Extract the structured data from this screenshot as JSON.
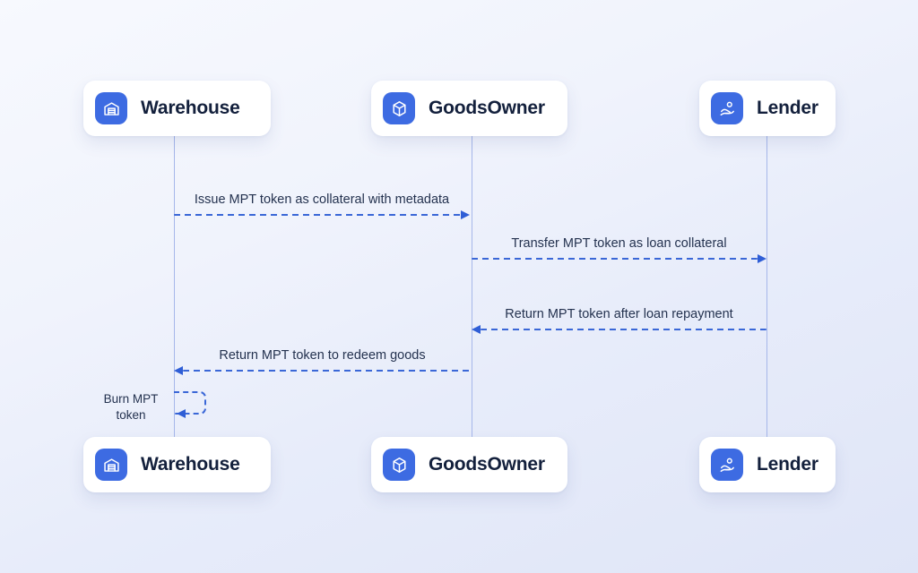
{
  "actors": [
    {
      "name": "Warehouse",
      "icon": "warehouse-icon"
    },
    {
      "name": "GoodsOwner",
      "icon": "cube-icon"
    },
    {
      "name": "Lender",
      "icon": "hand-coin-icon"
    }
  ],
  "messages": [
    {
      "label": "Issue MPT token as collateral with metadata",
      "from": "Warehouse",
      "to": "GoodsOwner",
      "direction": "right"
    },
    {
      "label": "Transfer MPT token as loan collateral",
      "from": "GoodsOwner",
      "to": "Lender",
      "direction": "right"
    },
    {
      "label": "Return MPT token after loan repayment",
      "from": "Lender",
      "to": "GoodsOwner",
      "direction": "left"
    },
    {
      "label": "Return MPT token to redeem goods",
      "from": "GoodsOwner",
      "to": "Warehouse",
      "direction": "left"
    },
    {
      "label": "Burn MPT token",
      "from": "Warehouse",
      "to": "Warehouse",
      "direction": "self"
    }
  ],
  "colors": {
    "accent_dash": "#3a67d7",
    "arrowhead": "#2f5ed6",
    "icon_tile": "#3d6be2",
    "lifeline": "#a6b7ea",
    "card_bg": "#ffffff",
    "card_text": "#13203c",
    "message_text": "#24324f",
    "background_start": "#f7f9fe",
    "background_end": "#dfe5f7"
  }
}
